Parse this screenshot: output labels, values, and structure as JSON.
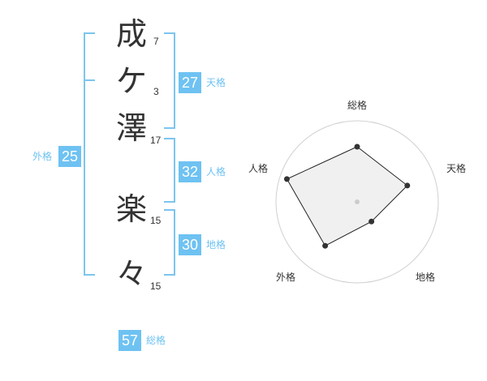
{
  "name_chars": [
    {
      "char": "成",
      "strokes": "7"
    },
    {
      "char": "ケ",
      "strokes": "3"
    },
    {
      "char": "澤",
      "strokes": "17"
    },
    {
      "char": "楽",
      "strokes": "15"
    },
    {
      "char": "々",
      "strokes": "15"
    }
  ],
  "scores": {
    "tenkaku": {
      "value": "27",
      "label": "天格"
    },
    "jinkaku": {
      "value": "32",
      "label": "人格"
    },
    "chikaku": {
      "value": "30",
      "label": "地格"
    },
    "gaikaku": {
      "value": "25",
      "label": "外格"
    },
    "soukaku": {
      "value": "57",
      "label": "総格"
    }
  },
  "colors": {
    "accent": "#6ec2f2",
    "bracket": "#7cc5ee",
    "text": "#333333"
  },
  "chart_data": {
    "type": "radar",
    "axes": [
      "総格",
      "天格",
      "地格",
      "外格",
      "人格"
    ],
    "values": [
      0.68,
      0.65,
      0.3,
      0.67,
      0.91
    ],
    "rings": 4,
    "grid": true
  }
}
